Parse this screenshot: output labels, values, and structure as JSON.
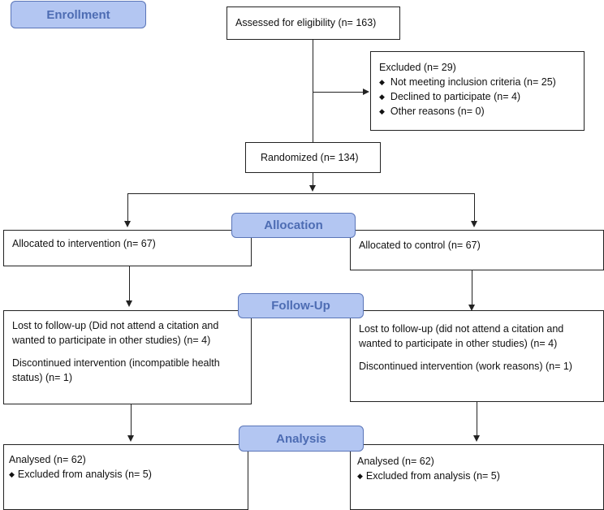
{
  "stages": {
    "enrollment": "Enrollment",
    "allocation": "Allocation",
    "followup": "Follow-Up",
    "analysis": "Analysis"
  },
  "assessed": "Assessed for eligibility (n= 163)",
  "excluded": {
    "title": "Excluded (n= 29)",
    "reasons": [
      "Not meeting inclusion criteria (n= 25)",
      "Declined to participate (n= 4)",
      "Other reasons (n= 0)"
    ]
  },
  "randomized": "Randomized (n= 134)",
  "intervention": {
    "allocated": "Allocated to intervention (n= 67)",
    "lost": "Lost to follow-up (Did not attend a citation and wanted to participate in other studies) (n= 4)",
    "discontinued": "Discontinued intervention (incompatible health status) (n= 1)",
    "analysed": "Analysed (n= 62)",
    "excluded_analysis": "Excluded from analysis (n= 5)"
  },
  "control": {
    "allocated": "Allocated to control (n= 67)",
    "lost": "Lost to follow-up (did not attend a citation and wanted to participate in other studies) (n= 4)",
    "discontinued": "Discontinued intervention (work reasons) (n= 1)",
    "analysed": "Analysed (n= 62)",
    "excluded_analysis": "Excluded from analysis (n= 5)"
  },
  "bullet_glyph": "◆"
}
